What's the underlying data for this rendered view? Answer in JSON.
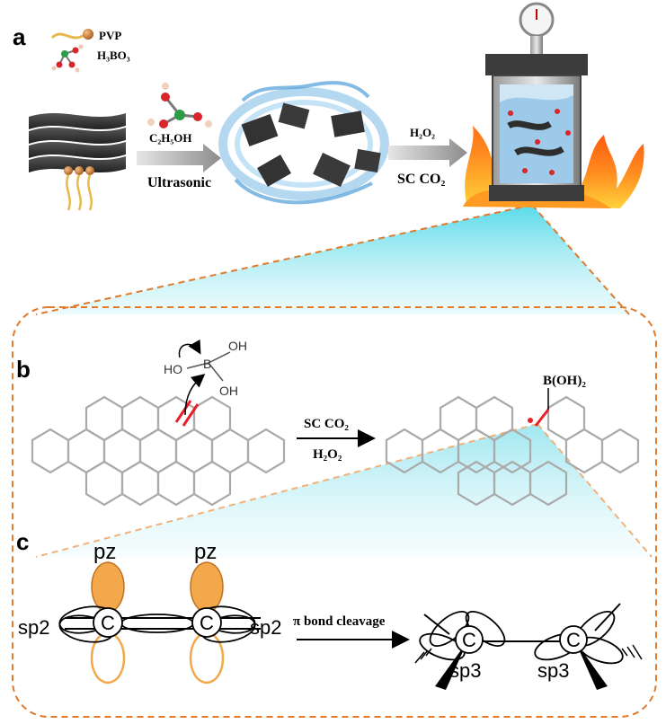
{
  "panels": {
    "a": {
      "letter": "a",
      "legend": {
        "pvp": "PVP",
        "boric_acid": "H₃BO₃"
      },
      "step1": {
        "solvent": "C₂H₅OH",
        "method": "Ultrasonic"
      },
      "step2": {
        "oxidant": "H₂O₂",
        "medium": "SC CO₂"
      }
    },
    "b": {
      "letter": "b",
      "reagent": {
        "hydroxyl_1": "OH",
        "hydroxyl_2": "HO",
        "hydroxyl_3": "OH",
        "boron": "B"
      },
      "conditions": {
        "top": "SC CO₂",
        "bottom": "H₂O₂"
      },
      "product_group": "B(OH)₂"
    },
    "c": {
      "letter": "c",
      "orbital_left": {
        "pz_1": "pz",
        "pz_2": "pz",
        "hybrid_left": "sp2",
        "hybrid_right": "sp2",
        "atom_1": "C",
        "atom_2": "C"
      },
      "arrow_label": "π bond cleavage",
      "orbital_right": {
        "hybrid_1": "sp3",
        "hybrid_2": "sp3",
        "atom_1": "C",
        "atom_2": "C"
      }
    }
  },
  "colors": {
    "accent_orange": "#f0a24a",
    "bond_highlight": "#e8202a",
    "callout_cyan": "#8fe6f0",
    "dashed_border": "#e07a2c",
    "graphene_dark": "#3a3a3a"
  }
}
